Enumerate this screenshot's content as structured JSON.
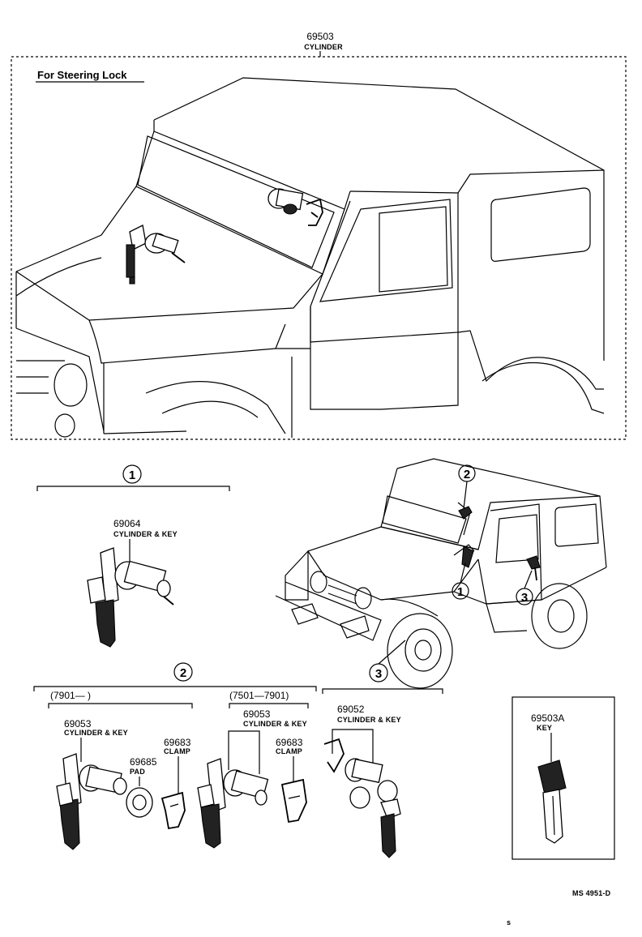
{
  "top_part": {
    "number": "69503",
    "name": "CYLINDER"
  },
  "steering_lock_title": "For Steering Lock",
  "group1": {
    "badge": "1",
    "part": {
      "number": "69064",
      "name": "CYLINDER & KEY"
    }
  },
  "group2": {
    "badge": "2",
    "left": {
      "date_range": "(7901—      )",
      "cylinder": {
        "number": "69053",
        "name": "CYLINDER & KEY"
      },
      "pad": {
        "number": "69685",
        "name": "PAD"
      },
      "clamp": {
        "number": "69683",
        "name": "CLAMP"
      }
    },
    "right": {
      "date_range": "(7501—7901)",
      "cylinder": {
        "number": "69053",
        "name": "CYLINDER & KEY"
      },
      "clamp": {
        "number": "69683",
        "name": "CLAMP"
      }
    }
  },
  "group3": {
    "badge": "3",
    "part": {
      "number": "69052",
      "name": "CYLINDER & KEY"
    }
  },
  "key_box": {
    "number": "69503A",
    "name": "KEY"
  },
  "vehicle_callouts": [
    "1",
    "2",
    "3"
  ],
  "catalog_code": "MS 4951-D",
  "corner_mark": "s"
}
